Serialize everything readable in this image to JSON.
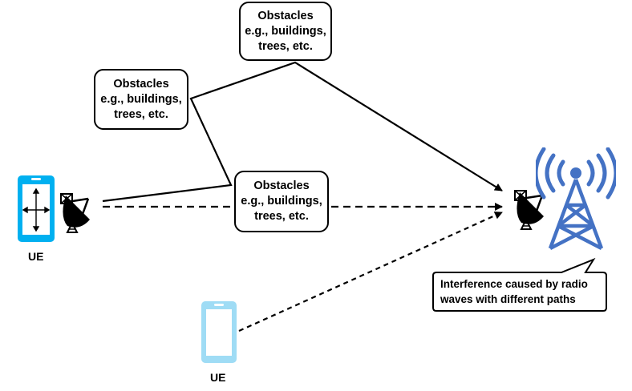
{
  "obstacles_top": {
    "line1": "Obstacles",
    "line2": "e.g., buildings,",
    "line3": "trees, etc."
  },
  "obstacles_left": {
    "line1": "Obstacles",
    "line2": "e.g., buildings,",
    "line3": "trees, etc."
  },
  "obstacles_middle": {
    "line1": "Obstacles",
    "line2": "e.g., buildings,",
    "line3": "trees, etc."
  },
  "ue_primary": {
    "label": "UE",
    "color": "#00b0f0"
  },
  "ue_secondary": {
    "label": "UE",
    "color": "#9fdcf5"
  },
  "tower": {
    "color": "#4472c4"
  },
  "callout": {
    "line1": "Interference caused by radio",
    "line2": "waves with different paths"
  }
}
